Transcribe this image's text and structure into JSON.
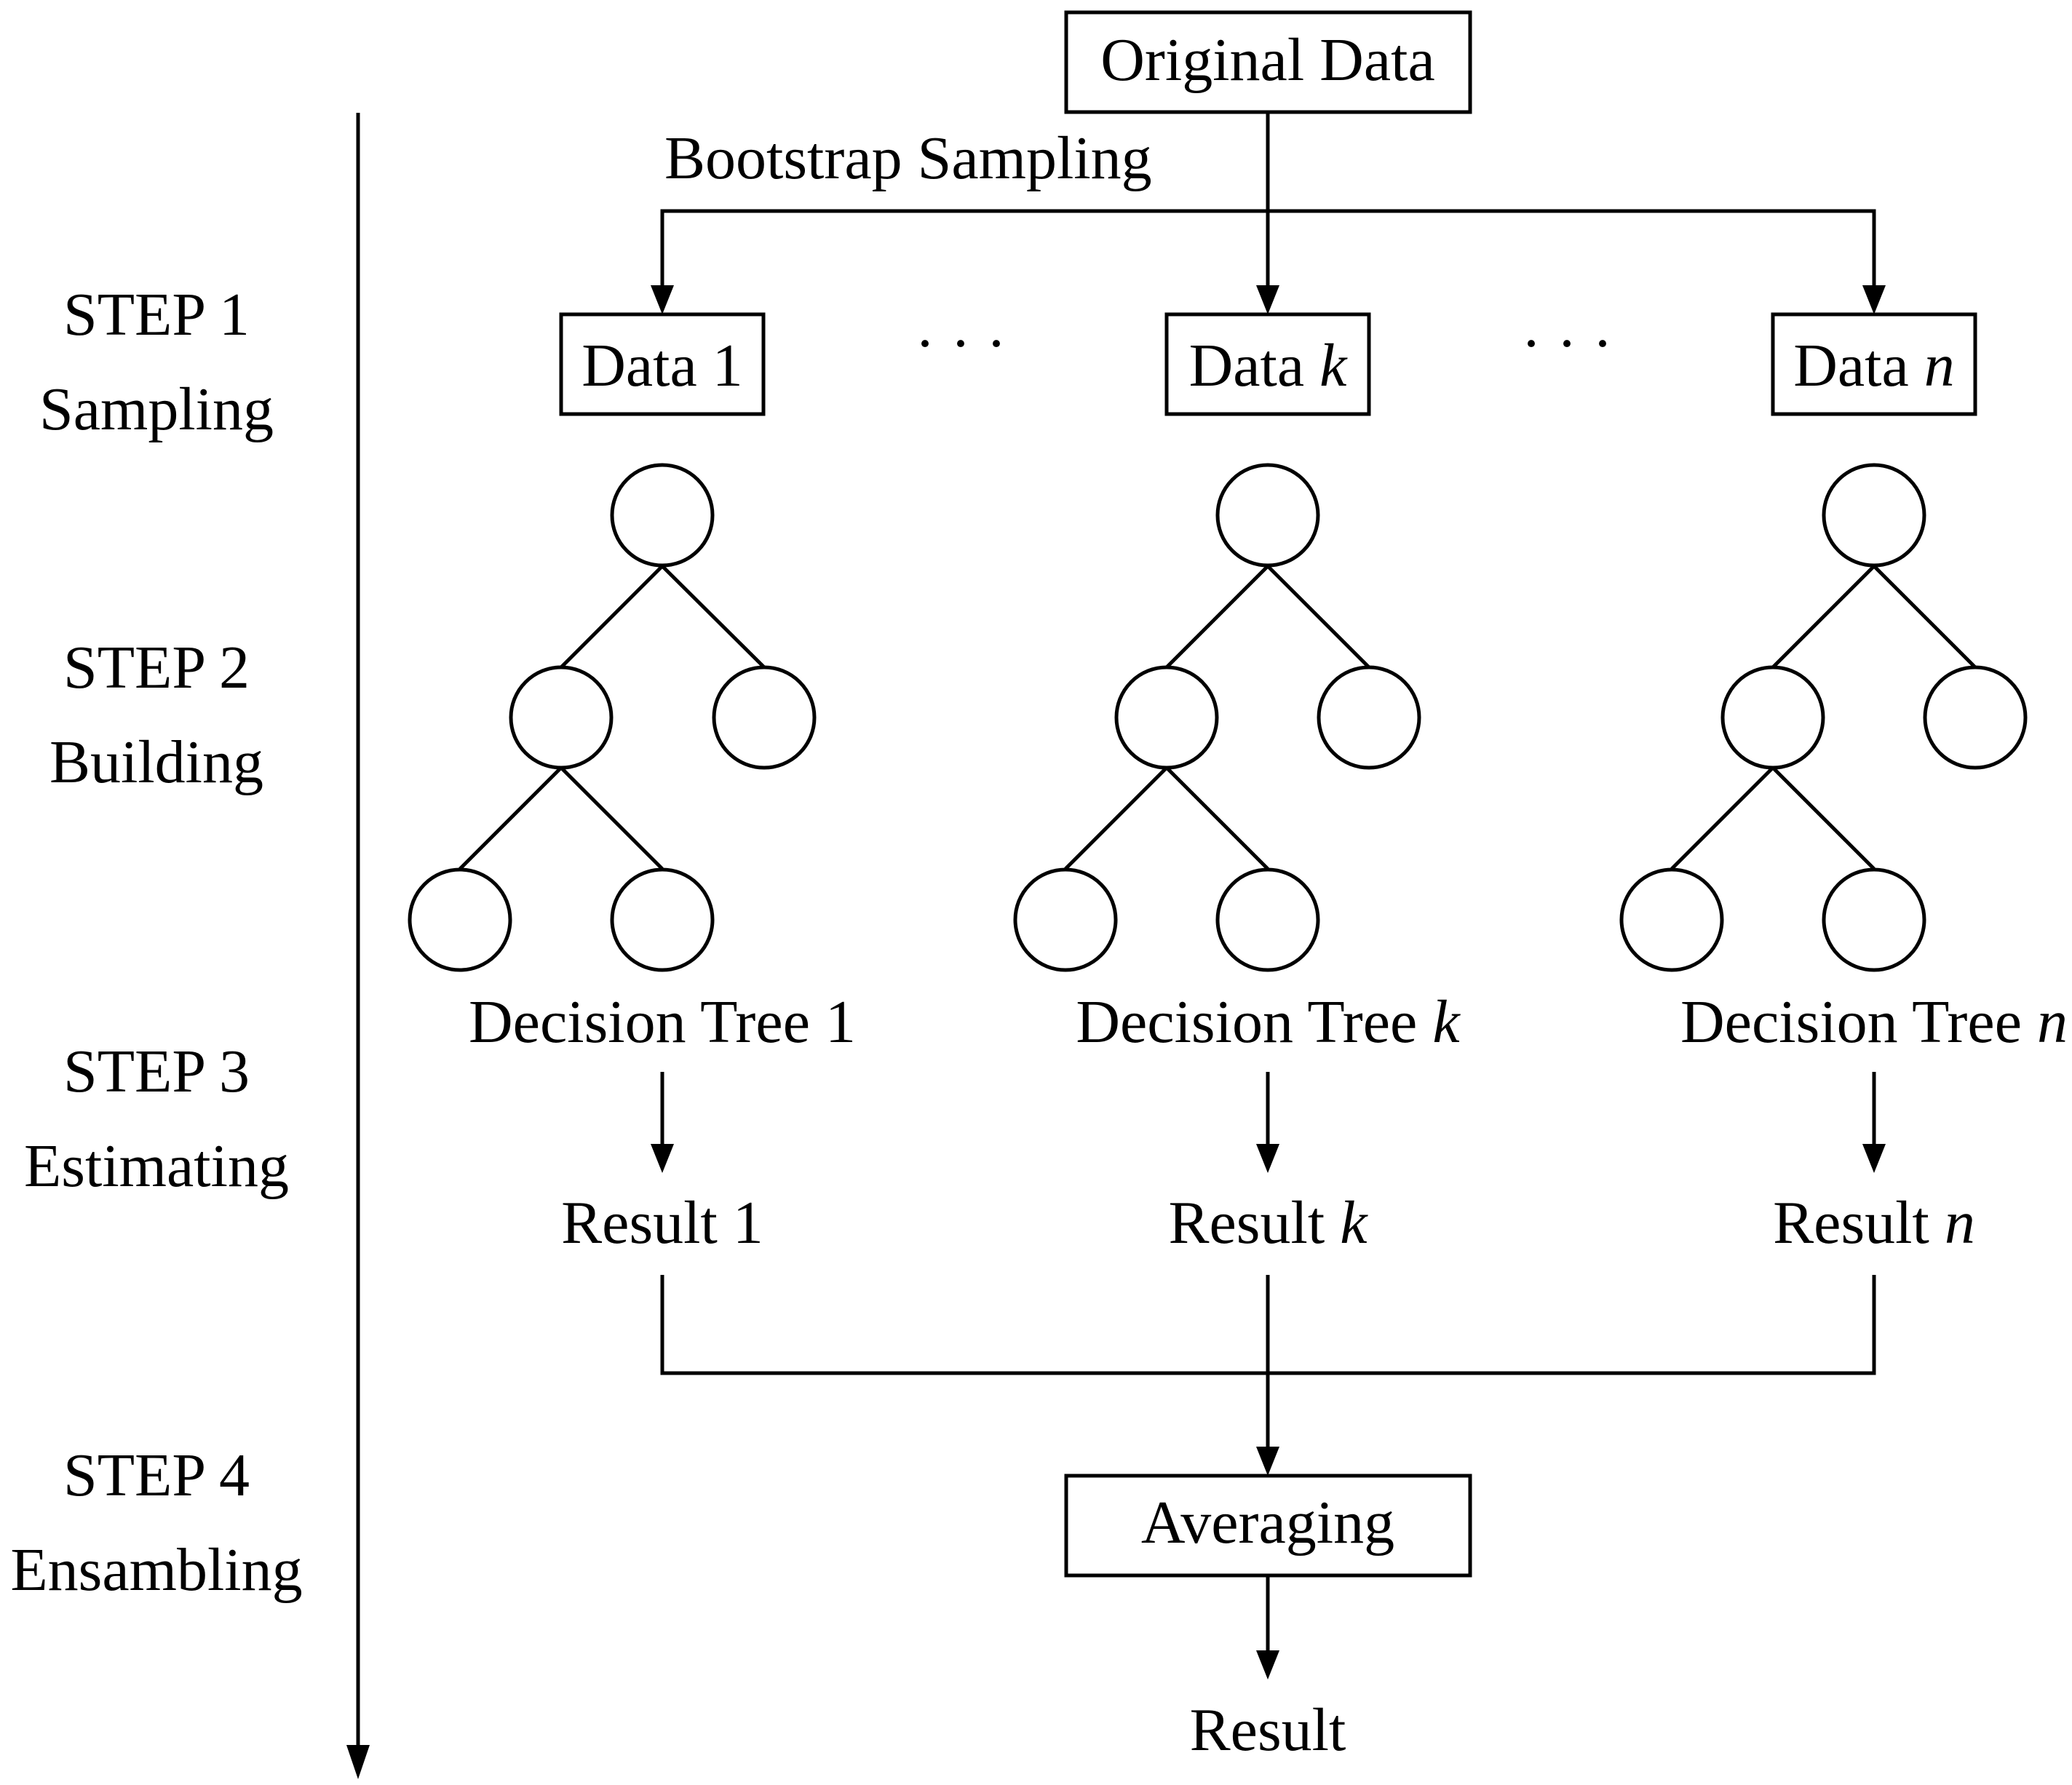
{
  "steps": [
    {
      "number": "STEP 1",
      "name": "Sampling"
    },
    {
      "number": "STEP 2",
      "name": "Building"
    },
    {
      "number": "STEP 3",
      "name": "Estimating"
    },
    {
      "number": "STEP 4",
      "name": "Ensambling"
    }
  ],
  "original_data_label": "Original Data",
  "bootstrap_label": "Bootstrap Sampling",
  "ellipsis": "· · ·",
  "columns": [
    {
      "data_label": "Data ",
      "data_index": "1",
      "tree_label": "Decision Tree ",
      "tree_index": "1",
      "result_label": "Result ",
      "result_index": "1"
    },
    {
      "data_label": "Data ",
      "data_index": "k",
      "tree_label": "Decision Tree ",
      "tree_index": "k",
      "result_label": "Result ",
      "result_index": "k"
    },
    {
      "data_label": "Data ",
      "data_index": "n",
      "tree_label": "Decision Tree ",
      "tree_index": "n",
      "result_label": "Result ",
      "result_index": "n"
    }
  ],
  "averaging_label": "Averaging",
  "final_result_label": "Result"
}
